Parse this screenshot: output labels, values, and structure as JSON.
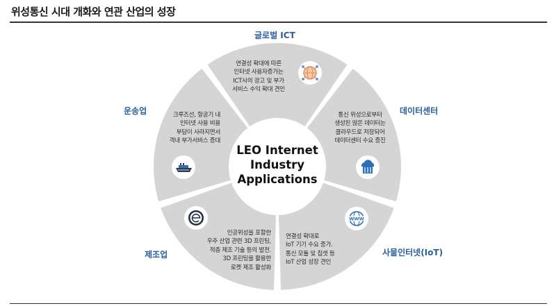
{
  "title": "위성통신 시대 개화와 연관 산업의 성장",
  "center": {
    "label": "LEO Internet\nIndustry\nApplications"
  },
  "segments": {
    "global_ict": {
      "label": "글로벌 ICT",
      "text": "연결성 확대에 따른\n인터넷 사용자증가는\nICT사의 광고 및 부가\n서비스 수익 확대 견인",
      "icon": "globe-network-icon"
    },
    "data_center": {
      "label": "데이터센터",
      "text": "통신 위성으로부터\n생성된 많은 데이터는\n클라우드로 저장되어\n데이터센터 수요 증진",
      "icon": "cloud-server-icon"
    },
    "iot": {
      "label": "사물인터넷(IoT)",
      "text": "연결성 확대로\nIoT 기기 수요 증가.\n통신 모듈 및 칩셋 등\nIoT 산업 성장 견인",
      "icon": "www-icon"
    },
    "manufacturing": {
      "label": "제조업",
      "text": "인공위성을 포함한\n우주 산업 관련 3D 프린팅,\n적층 제조 기술 등의 발전.\n3D 프린팅을 활용한\n로켓 제조 활성화",
      "icon": "e-logo-icon"
    },
    "transport": {
      "label": "운송업",
      "text": "크루즈선, 항공기 내\n인터넷 사용 비용\n부담이 사라지면서\n객내 부가서비스 증대",
      "icon": "ship-icon"
    }
  },
  "colors": {
    "segment_fill": "#d5d5d5",
    "label_color": "#2a5d9f",
    "icon_circle": "#ffffff"
  }
}
